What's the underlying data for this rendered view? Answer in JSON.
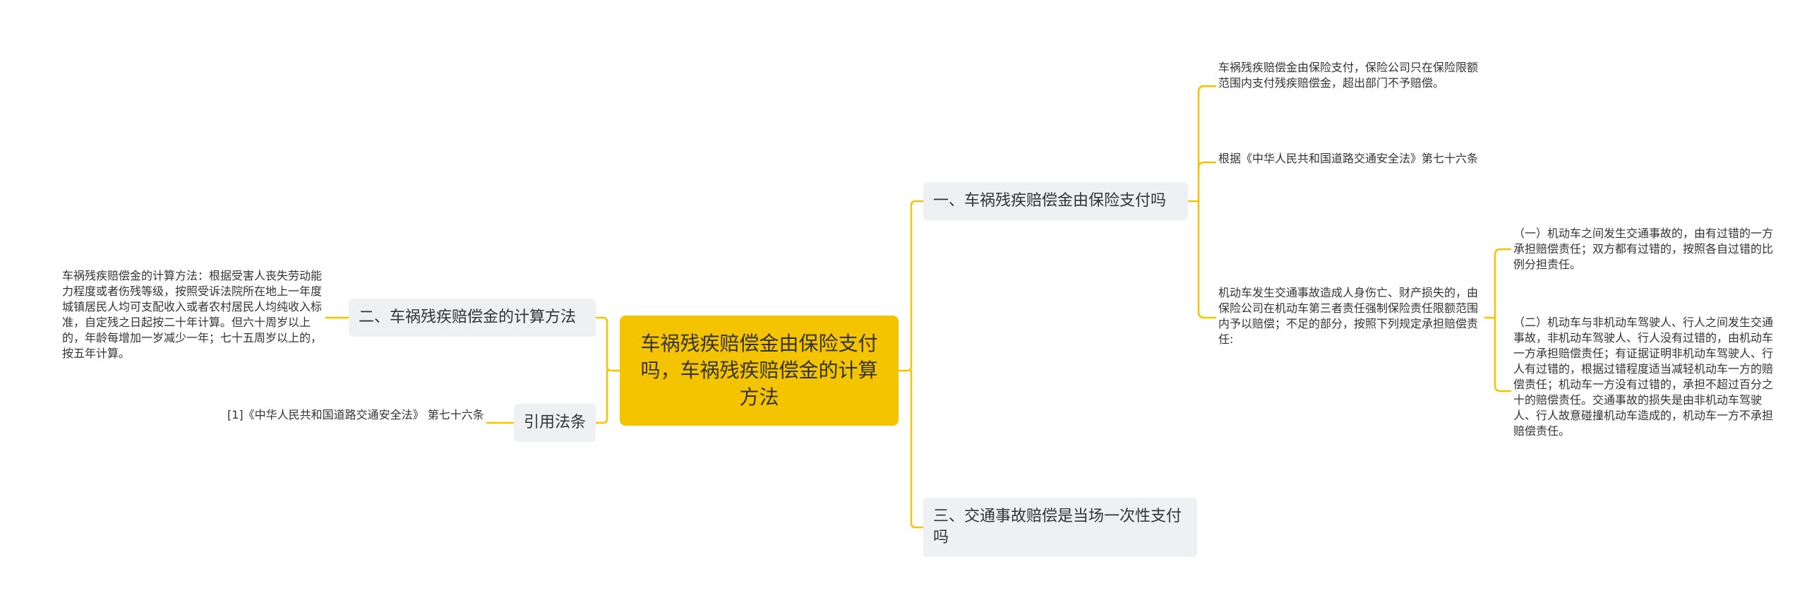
{
  "root": {
    "title": "车祸残疾赔偿金由保险支付吗，车祸残疾赔偿金的计算方法"
  },
  "branches": {
    "b1": {
      "label": "一、车祸残疾赔偿金由保险支付吗"
    },
    "b2": {
      "label": "二、车祸残疾赔偿金的计算方法"
    },
    "b3": {
      "label": "引用法条"
    },
    "b4": {
      "label": "三、交通事故赔偿是当场一次性支付吗"
    }
  },
  "leaves": {
    "l1": "车祸残疾赔偿金由保险支付，保险公司只在保险限额范围内支付残疾赔偿金，超出部门不予赔偿。",
    "l2": "根据《中华人民共和国道路交通安全法》第七十六条",
    "l3": "机动车发生交通事故造成人身伤亡、财产损失的，由保险公司在机动车第三者责任强制保险责任限额范围内予以赔偿；不足的部分，按照下列规定承担赔偿责任:",
    "l4": "（一）机动车之间发生交通事故的，由有过错的一方承担赔偿责任；双方都有过错的，按照各自过错的比例分担责任。",
    "l5": "（二）机动车与非机动车驾驶人、行人之间发生交通事故，非机动车驾驶人、行人没有过错的，由机动车一方承担赔偿责任；有证据证明非机动车驾驶人、行人有过错的，根据过错程度适当减轻机动车一方的赔偿责任；机动车一方没有过错的，承担不超过百分之十的赔偿责任。交通事故的损失是由非机动车驾驶人、行人故意碰撞机动车造成的，机动车一方不承担赔偿责任。",
    "l6": "车祸残疾赔偿金的计算方法：根据受害人丧失劳动能力程度或者伤残等级，按照受诉法院所在地上一年度城镇居民人均可支配收入或者农村居民人均纯收入标准，自定残之日起按二十年计算。但六十周岁以上的，年龄每增加一岁减少一年；七十五周岁以上的，按五年计算。",
    "l7": "[1]《中华人民共和国道路交通安全法》 第七十六条"
  },
  "colors": {
    "accent": "#f5c400",
    "branch_bg": "#eef0f2",
    "line": "#f5c400"
  }
}
